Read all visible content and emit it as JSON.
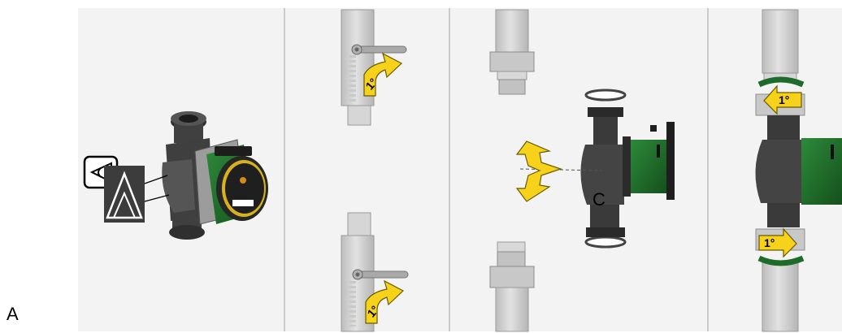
{
  "labels": {
    "panel_label": "A",
    "part_label": "C"
  },
  "rotation_marks": {
    "valve_top": "1°",
    "valve_bottom": "1°",
    "union_top": "1°",
    "union_bottom": "1°"
  },
  "colors": {
    "background": "#ffffff",
    "panel_bg": "#f3f3f3",
    "divider": "#b9b9b9",
    "pipe": "#d3d3d3",
    "pipe_edge": "#9a9a9a",
    "pump_body": "#3a3a3a",
    "motor_green": "#1f6b2a",
    "arrow_yellow": "#f6d21a",
    "arrow_edge": "#6b5a00"
  },
  "icons": [
    "eye-icon",
    "warning-triangle-icon",
    "rotation-arrow-icon",
    "insertion-arrow-icon"
  ]
}
